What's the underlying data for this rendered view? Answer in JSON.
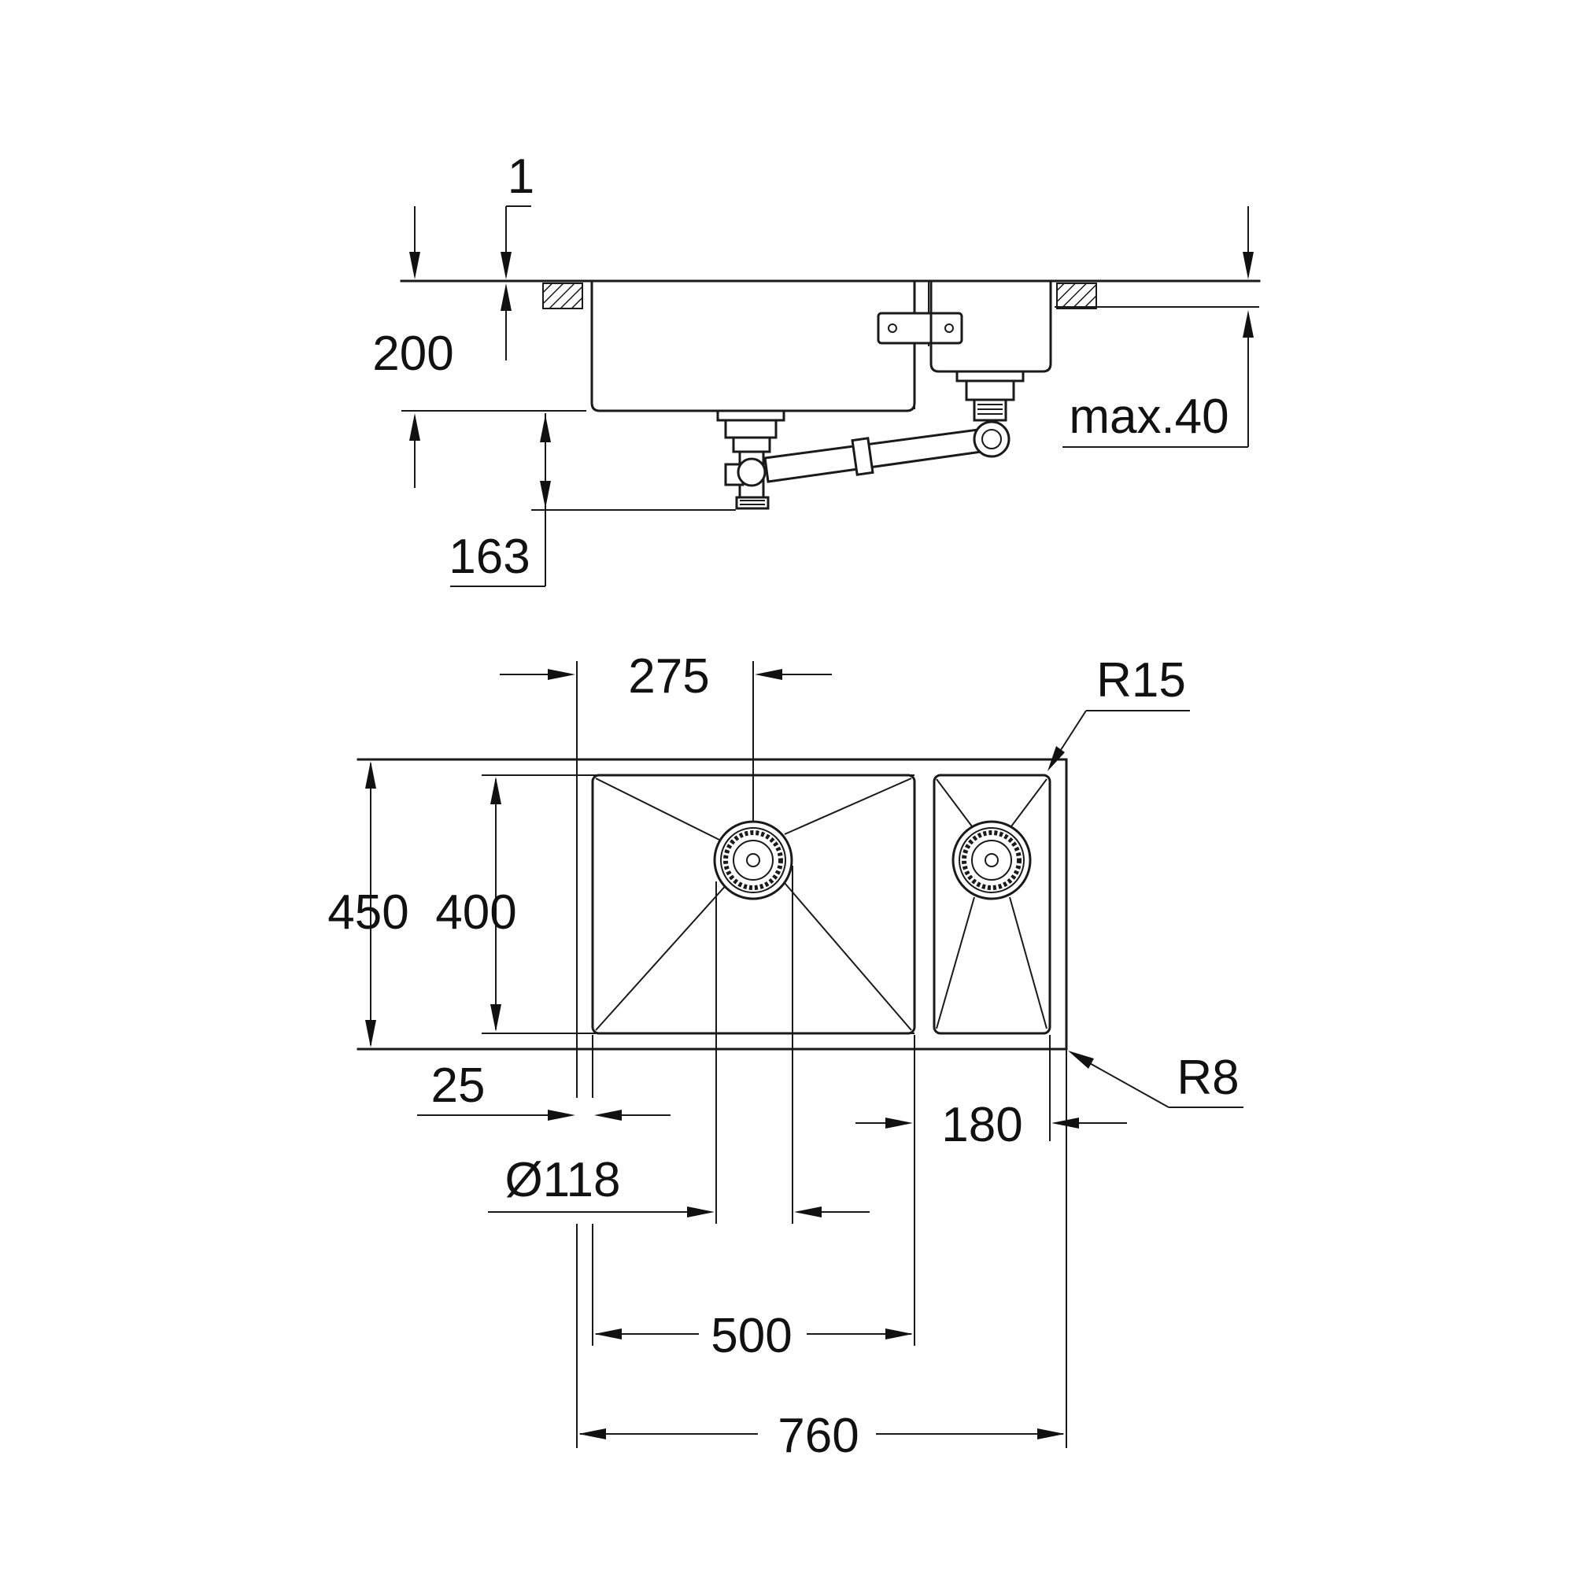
{
  "colors": {
    "line": "#1a1a1a",
    "background": "#ffffff"
  },
  "side_view": {
    "dim_top_thickness": "1",
    "dim_bowl_depth": "200",
    "dim_drain_depth": "163",
    "dim_max_offset": "max.40"
  },
  "top_view": {
    "dim_drain_offset": "275",
    "dim_corner_radius_top": "R15",
    "dim_outer_depth": "450",
    "dim_inner_depth": "400",
    "dim_corner_radius_bottom": "R8",
    "dim_edge_margin": "25",
    "dim_small_bowl_width": "180",
    "dim_drain_diameter": "Ø118",
    "dim_main_bowl_width": "500",
    "dim_total_width": "760"
  }
}
